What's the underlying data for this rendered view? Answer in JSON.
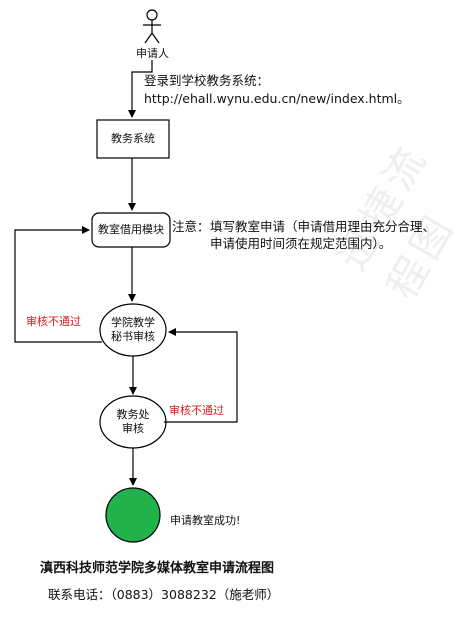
{
  "actor": {
    "label": "申请人"
  },
  "login_note": {
    "line1": "登录到学校教务系统：",
    "line2": "http://ehall.wynu.edu.cn/new/index.html。"
  },
  "nodes": {
    "system": "教务系统",
    "module": "教室借用模块",
    "secretary_line1": "学院教学",
    "secretary_line2": "秘书审核",
    "office_line1": "教务处",
    "office_line2": "审核",
    "success": "申请教室成功!"
  },
  "notice": {
    "prefix": "注意：",
    "line1": "填写教室申请（申请借用理由充分合理、",
    "line2": "申请使用时间须在规定范围内）。"
  },
  "rejections": {
    "left": "审核不通过",
    "right": "审核不通过"
  },
  "footer": {
    "title": "滇西科技师范学院多媒体教室申请流程图",
    "contact": "联系电话：（0883）3088232（施老师）"
  },
  "watermark": "迅捷流程图",
  "colors": {
    "success_fill": "#22b24c",
    "reject_text": "#d6201e"
  }
}
